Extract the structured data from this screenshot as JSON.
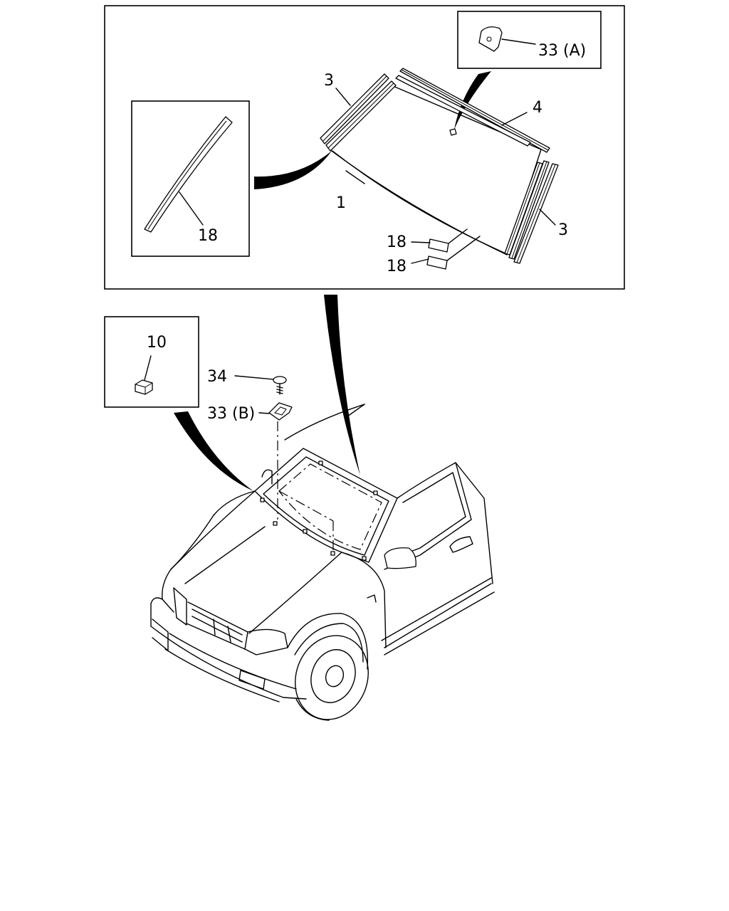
{
  "callouts": {
    "glass": "1",
    "molding_upper_left": "3",
    "molding_right": "3",
    "molding_top": "4",
    "dam_inset": "18",
    "spacer_upper": "18",
    "spacer_lower": "18",
    "clip_a": "33 (A)",
    "clip_b": "33 (B)",
    "screw": "34",
    "pad": "10"
  }
}
